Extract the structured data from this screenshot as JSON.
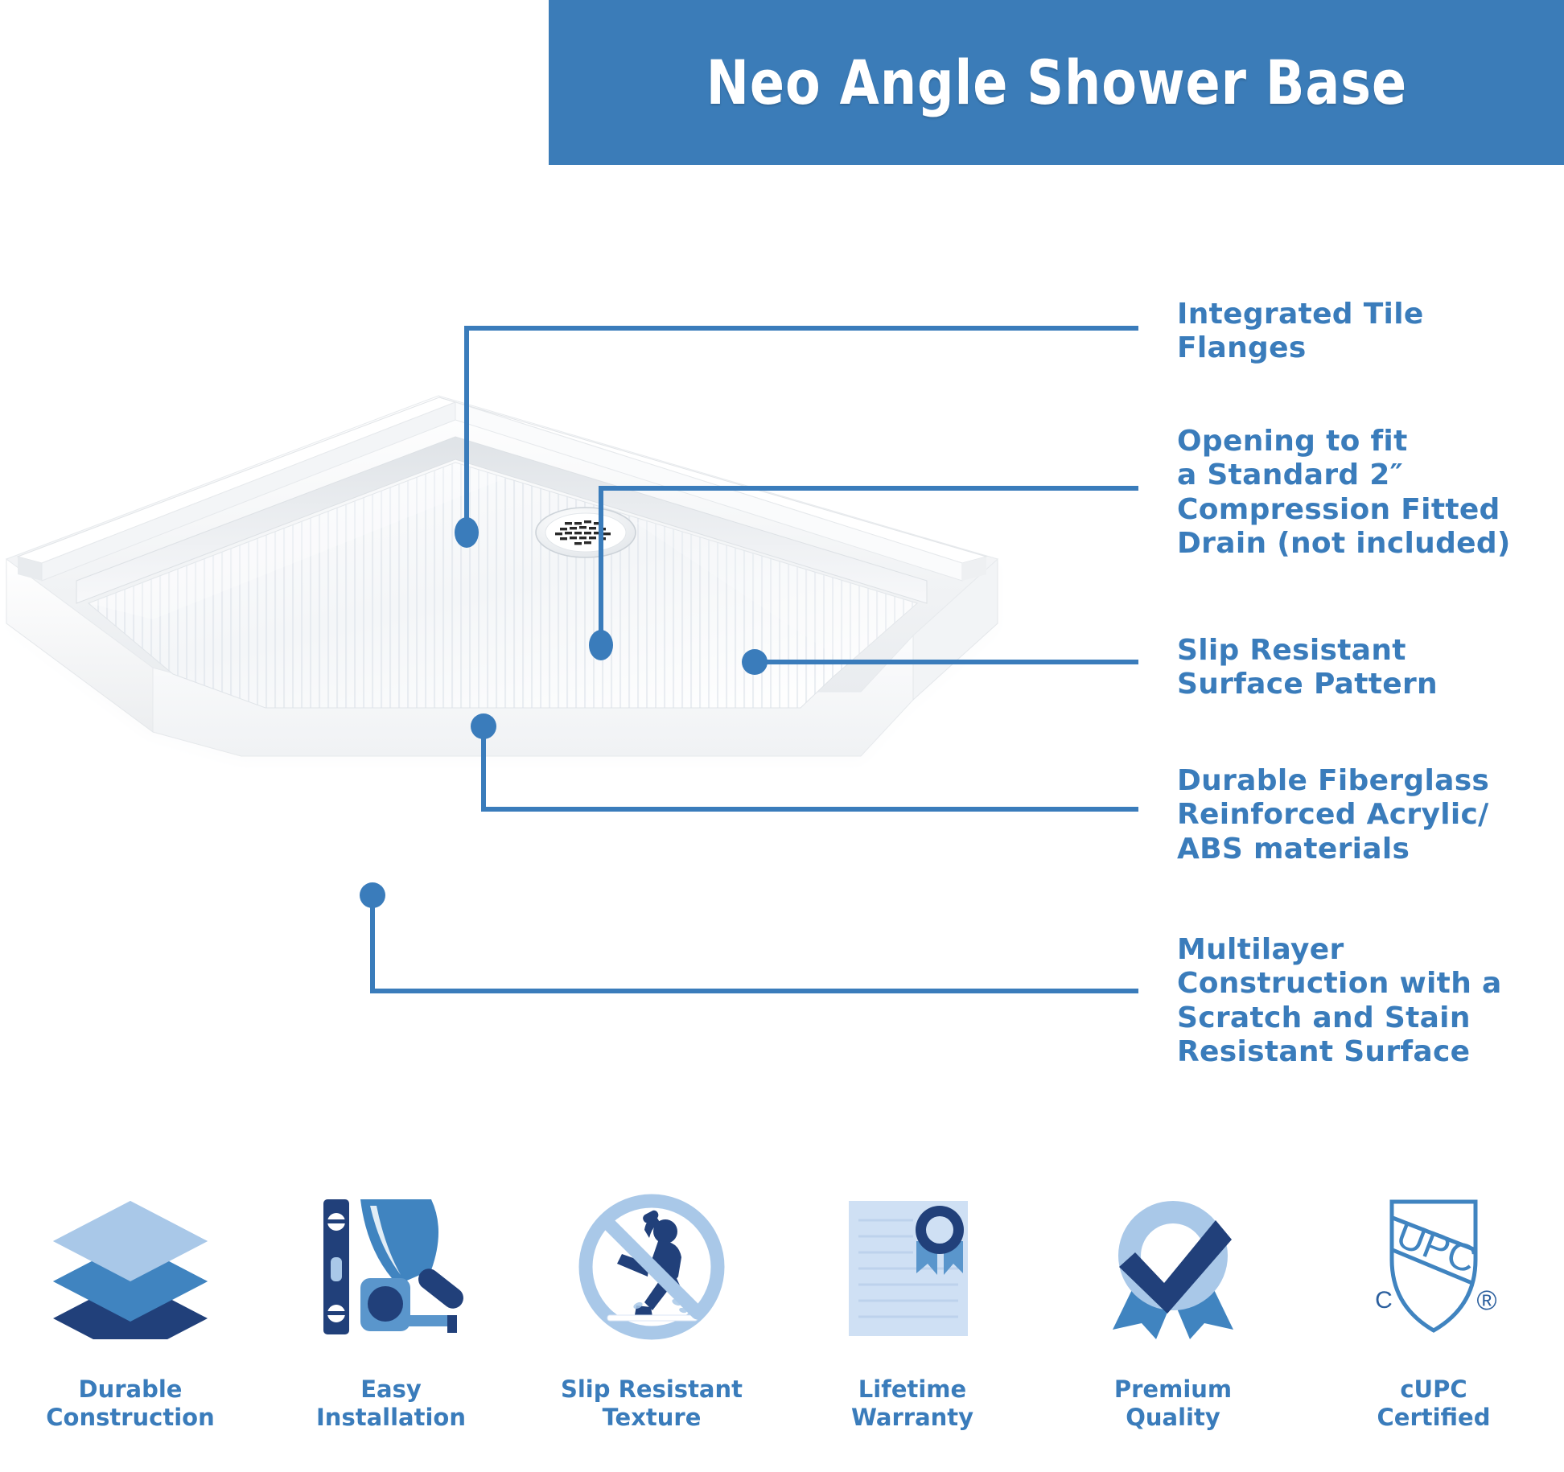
{
  "header": {
    "title": "Neo Angle Shower Base",
    "background_color": "#3b7cb8",
    "text_color": "#ffffff"
  },
  "accent_color": "#3a7cbb",
  "leader_color": "#3a7cbb",
  "product": {
    "name": "neo-angle-shower-base",
    "body_color": "#ffffff",
    "drain_label": "drain-grate"
  },
  "callouts": [
    {
      "id": "integrated-tile-flanges",
      "lines": [
        "Integrated Tile",
        "Flanges"
      ]
    },
    {
      "id": "drain-opening",
      "lines": [
        "Opening to fit",
        "a Standard 2″",
        "Compression Fitted",
        "Drain (not included)"
      ]
    },
    {
      "id": "slip-resistant-surface",
      "lines": [
        "Slip Resistant",
        "Surface Pattern"
      ]
    },
    {
      "id": "durable-materials",
      "lines": [
        "Durable Fiberglass",
        "Reinforced Acrylic/",
        "ABS materials"
      ]
    },
    {
      "id": "multilayer-construction",
      "lines": [
        "Multilayer",
        "Construction with a",
        "Scratch and Stain",
        "Resistant Surface"
      ]
    }
  ],
  "features": [
    {
      "id": "durable-construction",
      "icon": "layers-icon",
      "lines": [
        "Durable",
        "Construction"
      ]
    },
    {
      "id": "easy-installation",
      "icon": "level-trowel-icon",
      "lines": [
        "Easy",
        "Installation"
      ]
    },
    {
      "id": "slip-resistant",
      "icon": "no-slip-icon",
      "lines": [
        "Slip Resistant",
        "Texture"
      ]
    },
    {
      "id": "lifetime-warranty",
      "icon": "certificate-icon",
      "lines": [
        "Lifetime",
        "Warranty"
      ]
    },
    {
      "id": "premium-quality",
      "icon": "check-ribbon-icon",
      "lines": [
        "Premium",
        "Quality"
      ]
    },
    {
      "id": "cupc-certified",
      "icon": "upc-shield-icon",
      "lines": [
        "cUPC",
        "Certified"
      ]
    }
  ],
  "icon_text": {
    "upc_shield_main": "UPC",
    "upc_shield_c": "C",
    "upc_shield_r": "®"
  },
  "palette": {
    "light_blue": "#a9c8e8",
    "mid_blue": "#4084c0",
    "dark_blue": "#21407a",
    "pale_blue": "#cfe0f4"
  }
}
